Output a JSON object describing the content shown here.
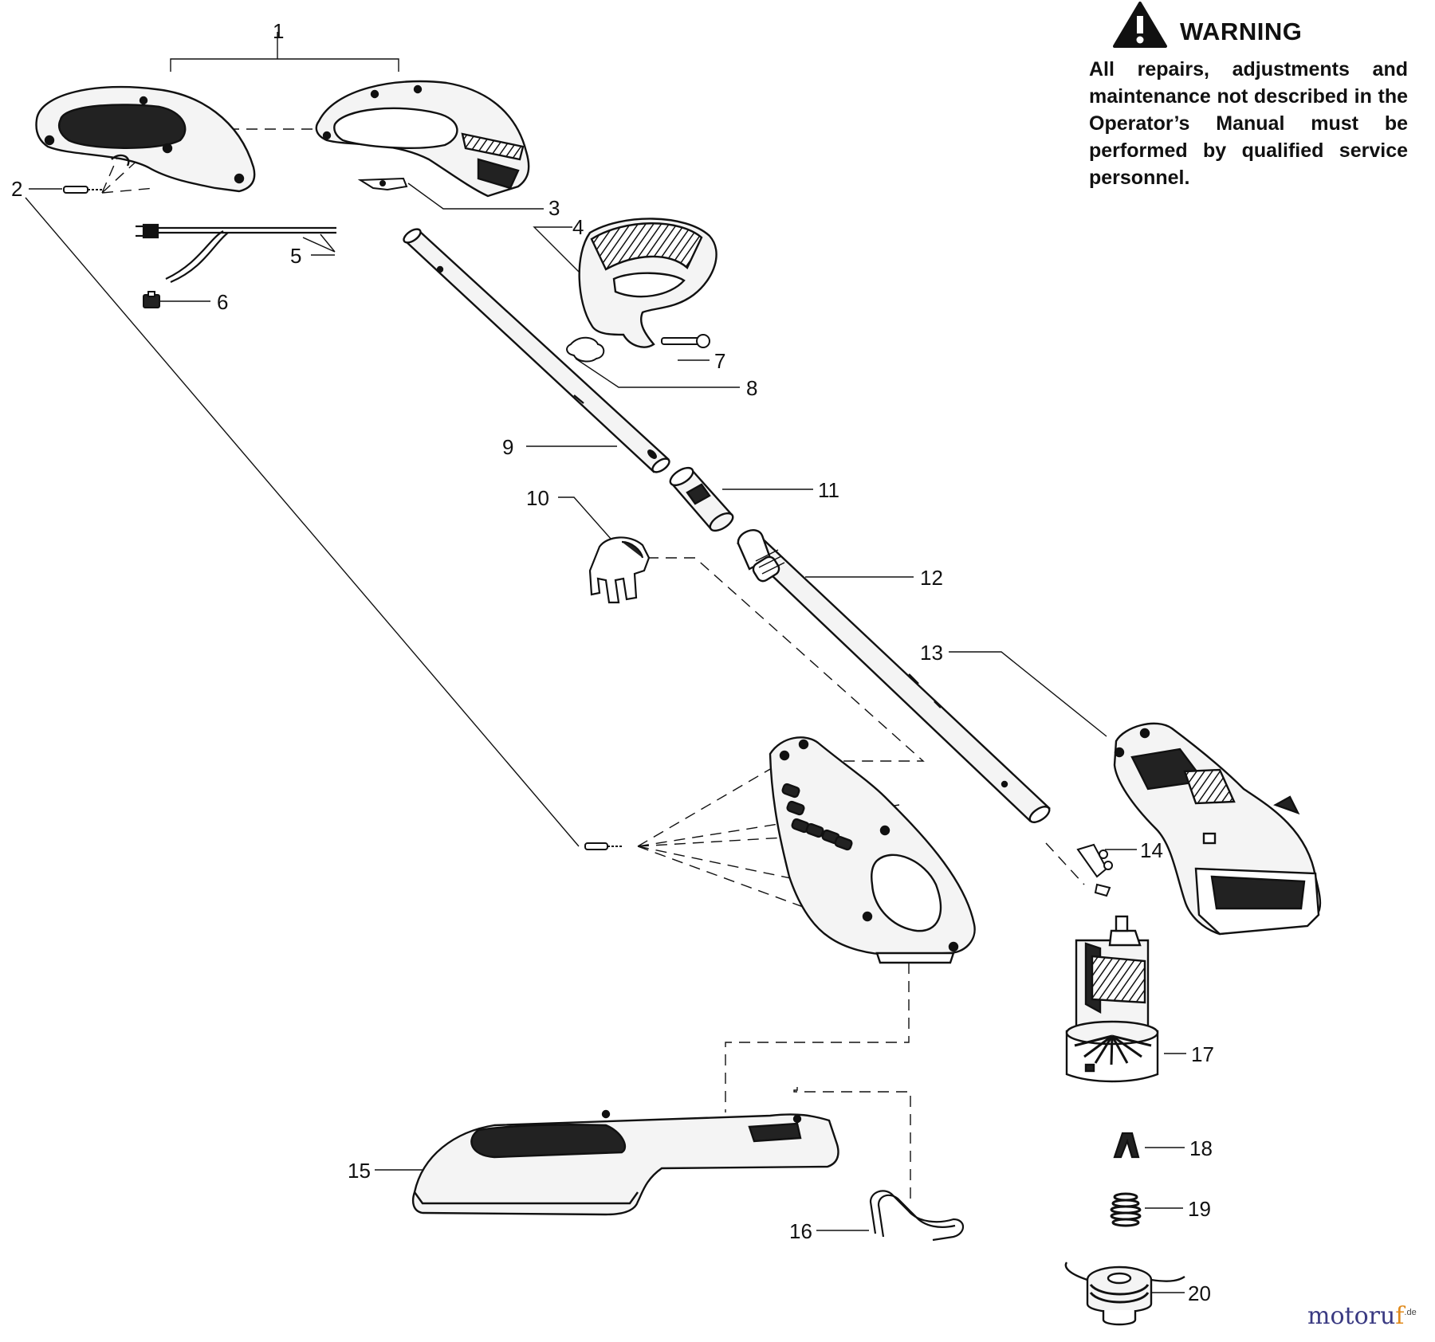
{
  "warning": {
    "title": "WARNING",
    "text": "All repairs, adjustments and maintenance not described in the Operator’s Manual must be performed by qualified service personnel."
  },
  "brand": {
    "main": "motoru",
    "accent": "f",
    "suffix": ".de"
  },
  "callouts": [
    {
      "id": "1",
      "label": "1"
    },
    {
      "id": "2",
      "label": "2"
    },
    {
      "id": "3",
      "label": "3"
    },
    {
      "id": "4",
      "label": "4"
    },
    {
      "id": "5",
      "label": "5"
    },
    {
      "id": "6",
      "label": "6"
    },
    {
      "id": "7",
      "label": "7"
    },
    {
      "id": "8",
      "label": "8"
    },
    {
      "id": "9",
      "label": "9"
    },
    {
      "id": "10",
      "label": "10"
    },
    {
      "id": "11",
      "label": "11"
    },
    {
      "id": "12",
      "label": "12"
    },
    {
      "id": "13",
      "label": "13"
    },
    {
      "id": "14",
      "label": "14"
    },
    {
      "id": "15",
      "label": "15"
    },
    {
      "id": "16",
      "label": "16"
    },
    {
      "id": "17",
      "label": "17"
    },
    {
      "id": "18",
      "label": "18"
    },
    {
      "id": "19",
      "label": "19"
    },
    {
      "id": "20",
      "label": "20"
    }
  ],
  "colors": {
    "ink": "#111111",
    "fill_light": "#f4f4f4",
    "fill_dark": "#222222",
    "brand": "#3a3a82",
    "brand_accent": "#e08a1c"
  }
}
